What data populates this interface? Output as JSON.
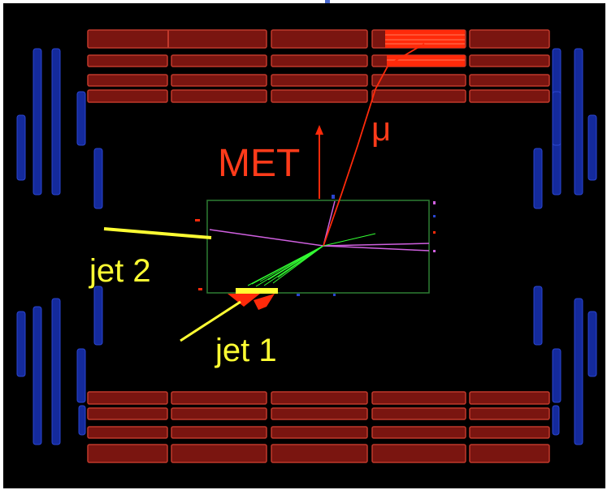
{
  "labels": {
    "met": "MET",
    "mu": "μ",
    "jet2": "jet 2",
    "jet1": "jet 1"
  },
  "colors": {
    "background": "#000000",
    "calorimeter": "#8a1a14",
    "calorimeter_edge": "#c0392b",
    "hot_cells": "#ff2a0a",
    "muon_chambers": "#142a9c",
    "inner_box": "#2e7d32",
    "jet": "#ffff33",
    "tracks_green": "#33ff33",
    "tracks_magenta": "#d060e0",
    "met_arrow": "#ff2a0a"
  },
  "icons": [
    "met-arrow-icon",
    "muon-track-icon",
    "jet1-line-icon",
    "jet2-line-icon"
  ]
}
